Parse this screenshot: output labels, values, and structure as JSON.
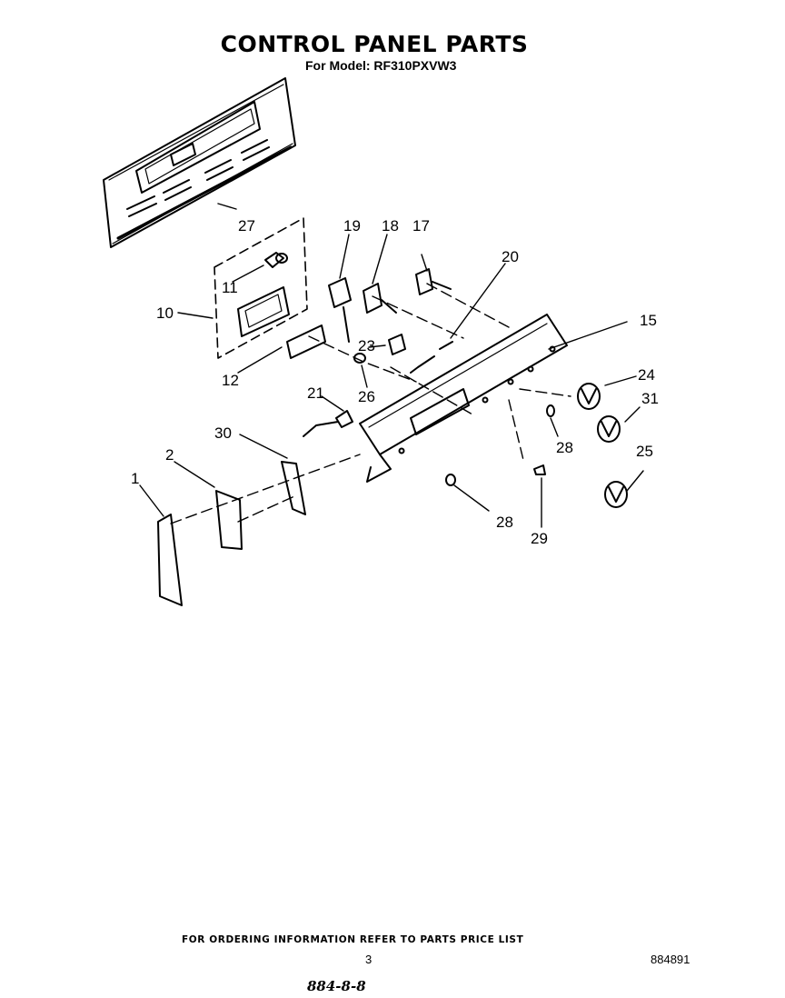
{
  "title": "CONTROL PANEL PARTS",
  "subtitle": "For Model: RF310PXVW3",
  "callouts": {
    "p1": "1",
    "p2": "2",
    "p10": "10",
    "p11": "11",
    "p12": "12",
    "p15": "15",
    "p17": "17",
    "p18": "18",
    "p19": "19",
    "p20": "20",
    "p21": "21",
    "p23": "23",
    "p24": "24",
    "p25": "25",
    "p26": "26",
    "p27": "27",
    "p28a": "28",
    "p28b": "28",
    "p29": "29",
    "p30": "30",
    "p31": "31"
  },
  "footer": {
    "ordering": "FOR ORDERING INFORMATION REFER TO PARTS PRICE LIST",
    "page": "3",
    "doc_number": "884891",
    "handwritten": "884-8-8"
  }
}
